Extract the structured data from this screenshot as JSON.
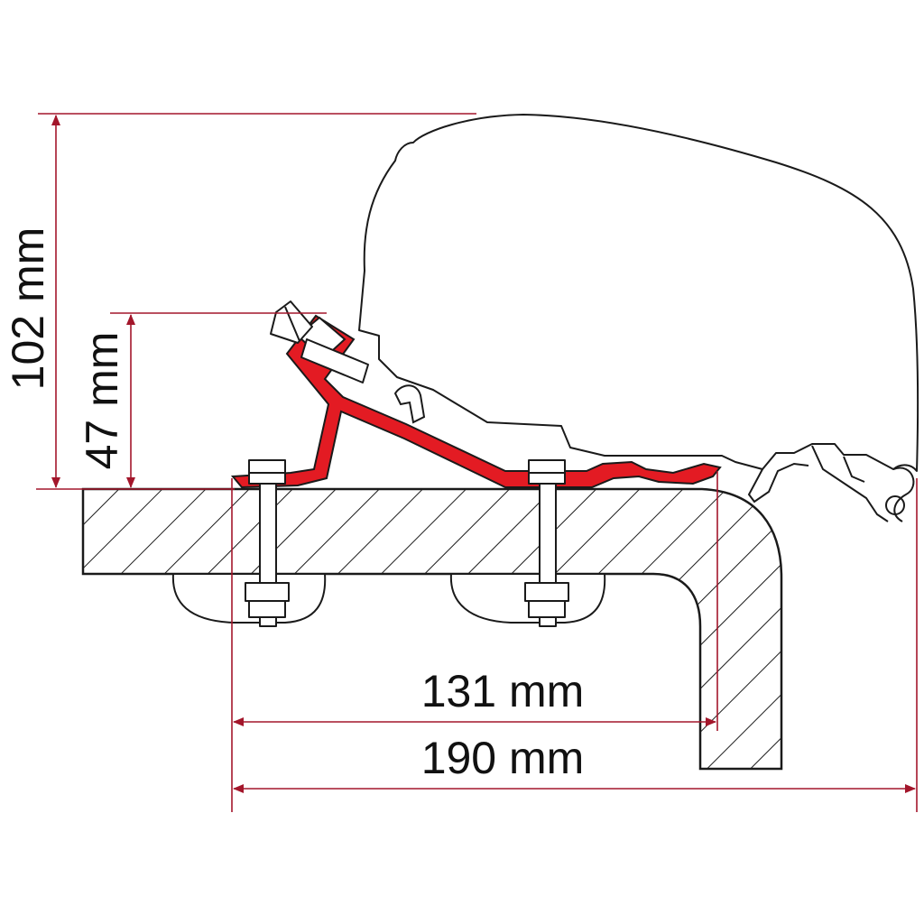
{
  "dimensions": {
    "height_total": "102 mm",
    "height_bracket": "47 mm",
    "width_bracket": "131 mm",
    "width_total": "190 mm"
  },
  "colors": {
    "dimension": "#a3162b",
    "bracket_fill": "#e31b23",
    "outline": "#1a1a1a",
    "background": "#ffffff"
  }
}
